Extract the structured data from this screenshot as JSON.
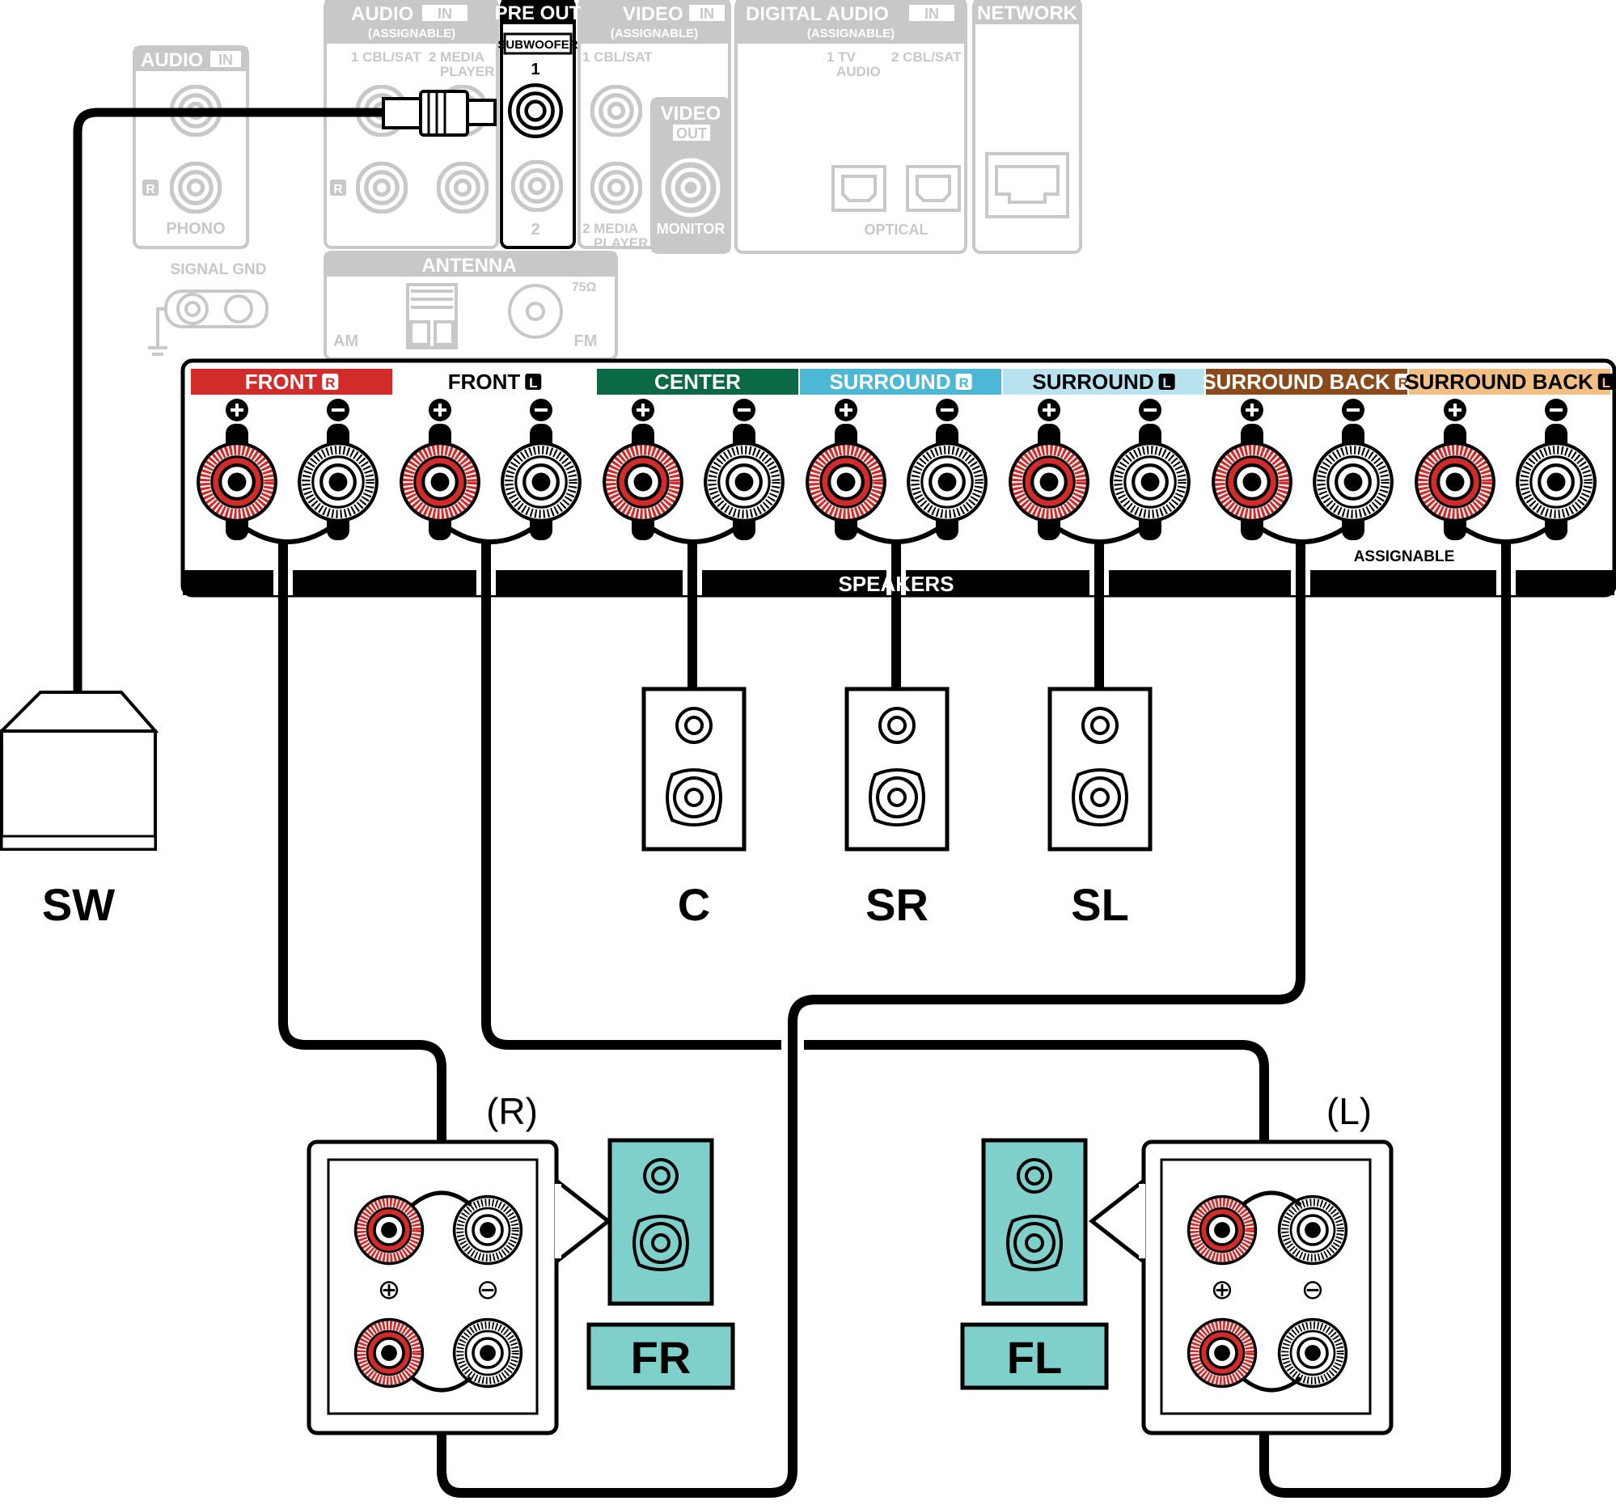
{
  "back_panel": {
    "audio_in_small": {
      "title": "AUDIO",
      "badge": "IN",
      "channel": "R",
      "jack_label": "PHONO"
    },
    "signal_gnd": "SIGNAL GND",
    "audio_in_assignable": {
      "title": "AUDIO",
      "badge": "IN",
      "sub": "(ASSIGNABLE)",
      "input1": "1 CBL/SAT",
      "input2": "2  MEDIA",
      "input2b": "PLAYER",
      "channel": "R"
    },
    "pre_out": {
      "title": "PRE OUT",
      "sub": "SUBWOOFER",
      "port1": "1",
      "port2": "2"
    },
    "video_in": {
      "title": "VIDEO",
      "badge": "IN",
      "sub": "(ASSIGNABLE)",
      "input1": "1 CBL/SAT",
      "input2": "2  MEDIA",
      "input2b": "PLAYER"
    },
    "video_out": {
      "title": "VIDEO",
      "badge": "OUT",
      "jack_label": "MONITOR"
    },
    "digital_audio_in": {
      "title": "DIGITAL AUDIO",
      "badge": "IN",
      "sub": "(ASSIGNABLE)",
      "input1": "1    TV",
      "input1b": "AUDIO",
      "input2": "2 CBL/SAT",
      "jack_label": "OPTICAL"
    },
    "network": {
      "title": "NETWORK"
    },
    "antenna": {
      "title": "ANTENNA",
      "am": "AM",
      "fm": "FM",
      "impedance": "75Ω"
    }
  },
  "speaker_panel": {
    "bottom_label": "SPEAKERS",
    "assignable_label": "ASSIGNABLE",
    "plus_symbol": "+",
    "minus_symbol": "−",
    "channels": [
      {
        "name": "FRONT",
        "side": "R",
        "bg": "#d22c2a",
        "fg": "#ffffff"
      },
      {
        "name": "FRONT",
        "side": "L",
        "bg": "#ffffff",
        "fg": "#000000"
      },
      {
        "name": "CENTER",
        "side": "",
        "bg": "#0b6a45",
        "fg": "#ffffff"
      },
      {
        "name": "SURROUND",
        "side": "R",
        "bg": "#4db8d6",
        "fg": "#ffffff"
      },
      {
        "name": "SURROUND",
        "side": "L",
        "bg": "#b9e2ef",
        "fg": "#000000"
      },
      {
        "name": "SURROUND BACK",
        "side": "R",
        "bg": "#8a4a1c",
        "fg": "#ffffff"
      },
      {
        "name": "SURROUND BACK",
        "side": "L",
        "bg": "#f2c085",
        "fg": "#000000"
      }
    ]
  },
  "speakers": {
    "subwoofer": "SW",
    "center": "C",
    "surround_right": "SR",
    "surround_left": "SL",
    "front_right": "FR",
    "front_left": "FL",
    "right_terminal_caption": "(R)",
    "left_terminal_caption": "(L)",
    "terminal_plus": "⊕",
    "terminal_minus": "⊖"
  },
  "colors": {
    "wire": "#000000",
    "faded_panel": "#c8c8c8",
    "positive_terminal": "#d22c2a",
    "front_speaker_fill": "#7fcfca"
  }
}
